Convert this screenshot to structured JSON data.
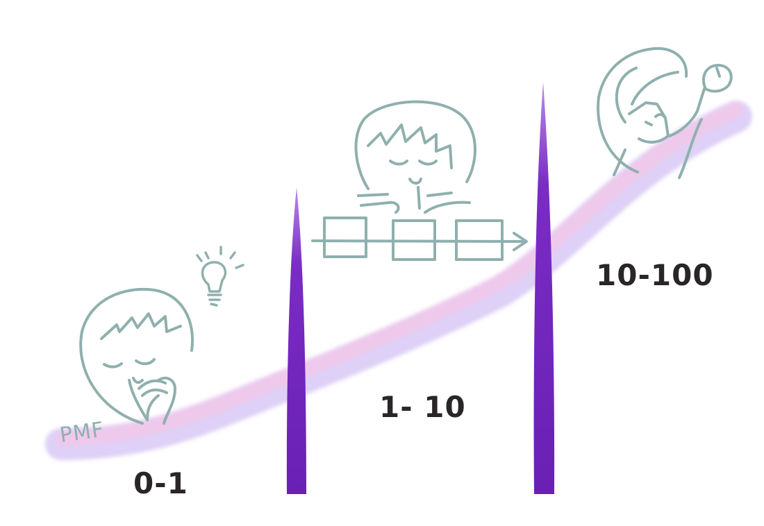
{
  "curve_label": "PMF",
  "stages": [
    {
      "label": "0-1"
    },
    {
      "label": "1- 10"
    },
    {
      "label": "10-100"
    }
  ],
  "colors": {
    "ink": "#8fb0ad",
    "divider": "#7a2cc4",
    "curve_pink": "#f2c8e8",
    "curve_lavender": "#d8c8f4",
    "label": "#2a2628"
  },
  "icons": [
    "thinking-person-icon",
    "lightbulb-icon",
    "pointing-person-icon",
    "process-boxes-icon",
    "cheering-person-icon"
  ]
}
